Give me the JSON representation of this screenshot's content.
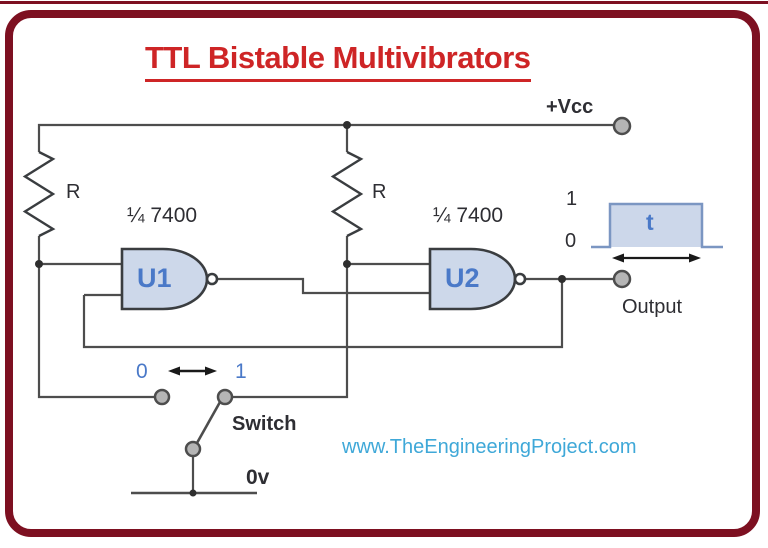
{
  "colors": {
    "border": "#7d1021",
    "title_red": "#ce2526",
    "wire": "#4d4d4d",
    "gate_fill": "#cdd8ea",
    "gate_stroke": "#3a3d40",
    "component_blue": "#4a79c8",
    "terminal_fill": "#b5b5b5",
    "pulse_fill": "#ccd7ea",
    "pulse_stroke": "#7b96c2",
    "watermark_cyan": "#3fa8d8"
  },
  "header": {
    "title": "TTL Bistable Multivibrators"
  },
  "circuit": {
    "vcc": "+Vcc",
    "r1": "R",
    "r2": "R",
    "chip1": "¼ 7400",
    "chip2": "¼ 7400",
    "u1": "U1",
    "u2": "U2",
    "output": "Output",
    "waveform": {
      "high": "1",
      "low": "0",
      "t": "t"
    },
    "switch": {
      "pos0": "0",
      "pos1": "1",
      "label": "Switch",
      "ground": "0v"
    }
  },
  "watermark": "www.TheEngineeringProject.com"
}
